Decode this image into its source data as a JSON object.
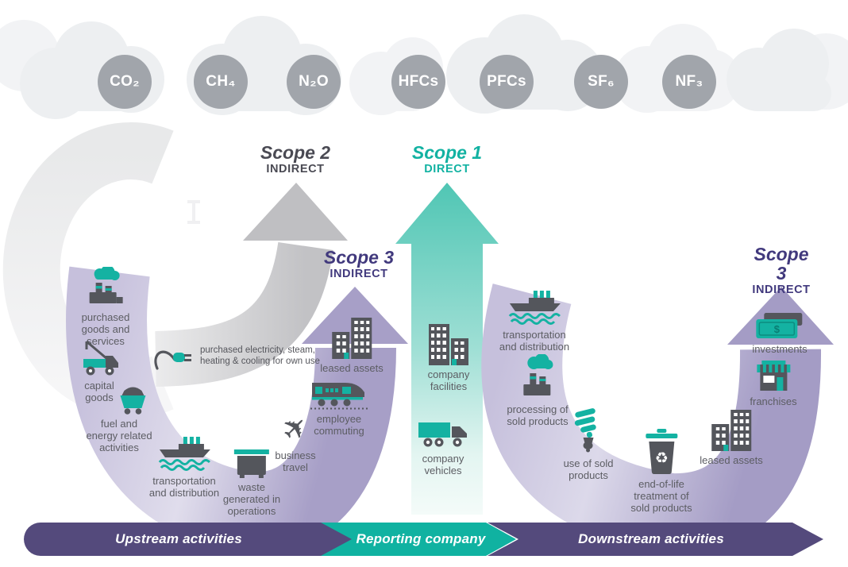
{
  "gases": [
    "CO₂",
    "CH₄",
    "N₂O",
    "HFCs",
    "PFCs",
    "SF₆",
    "NF₃"
  ],
  "scope_labels": {
    "scope2": {
      "title": "Scope 2",
      "type": "INDIRECT"
    },
    "scope1": {
      "title": "Scope 1",
      "type": "DIRECT"
    },
    "scope3_upstream": {
      "title": "Scope 3",
      "type": "INDIRECT"
    },
    "scope3_downstream": {
      "title": "Scope 3",
      "type": "INDIRECT"
    }
  },
  "scope2_note": "purchased electricity, steam,\nheating & cooling for own use",
  "upstream": {
    "items": [
      {
        "label": "purchased\ngoods and\nservices",
        "icon": "factory-smoke-icon"
      },
      {
        "label": "capital\ngoods",
        "icon": "crane-truck-icon"
      },
      {
        "label": "fuel and\nenergy related\nactivities",
        "icon": "mine-cart-icon"
      },
      {
        "label": "transportation\nand distribution",
        "icon": "cargo-ship-icon"
      },
      {
        "label": "waste\ngenerated in\noperations",
        "icon": "dumpster-icon"
      },
      {
        "label": "business\ntravel",
        "icon": "airplane-icon"
      },
      {
        "label": "employee\ncommuting",
        "icon": "train-icon"
      },
      {
        "label": "leased assets",
        "icon": "building-icon"
      }
    ]
  },
  "reporting_company": {
    "items": [
      {
        "label": "company\nfacilities",
        "icon": "building-icon"
      },
      {
        "label": "company\nvehicles",
        "icon": "truck-icon"
      }
    ]
  },
  "downstream": {
    "items": [
      {
        "label": "transportation\nand distribution",
        "icon": "cargo-ship-icon"
      },
      {
        "label": "processing of\nsold products",
        "icon": "factory-smoke-icon"
      },
      {
        "label": "use of sold\nproducts",
        "icon": "cfl-bulb-icon"
      },
      {
        "label": "end-of-life\ntreatment of\nsold products",
        "icon": "recycle-bin-icon",
        "recycle_symbol": "♻"
      },
      {
        "label": "leased assets",
        "icon": "building-icon"
      },
      {
        "label": "franchises",
        "icon": "storefront-icon"
      },
      {
        "label": "investments",
        "icon": "banknotes-icon",
        "symbol": "$"
      }
    ]
  },
  "footer": {
    "upstream": "Upstream activities",
    "company": "Reporting company",
    "downstream": "Downstream activities"
  },
  "colors": {
    "teal": "#12b2a2",
    "scope_purple": "#41397d",
    "bar_purple": "#544a7c",
    "bar_teal": "#10b2a1",
    "scope2_gray": "#4a4a53",
    "label_gray": "#5c5d63",
    "gas_circle_gray": "#a1a5ab",
    "band_purple": "#a79fc7",
    "arrow_gray": "#bfbfc2"
  }
}
